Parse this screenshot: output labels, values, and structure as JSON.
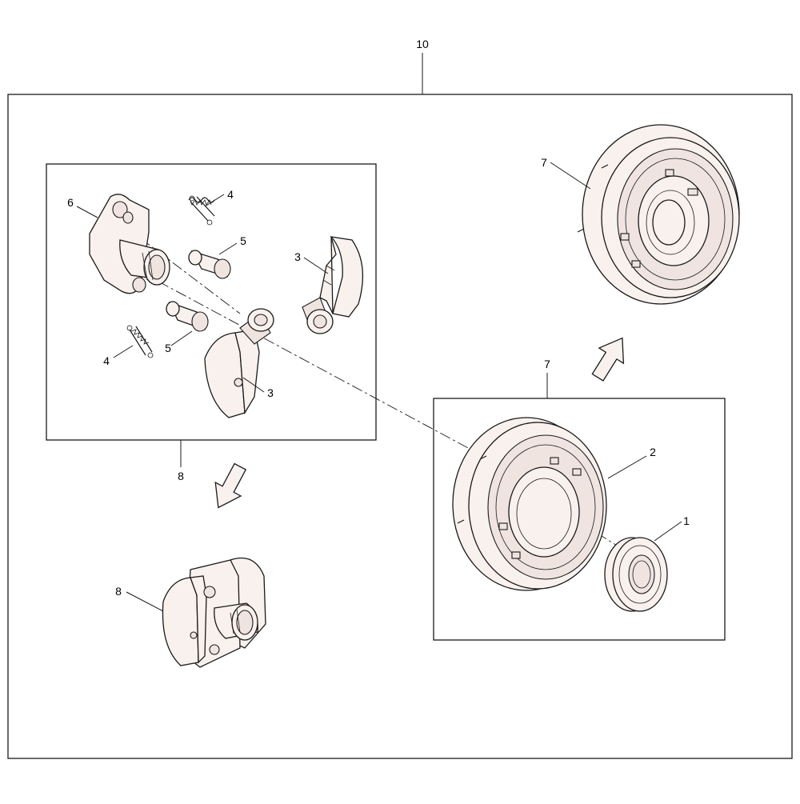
{
  "callouts": {
    "assembly": "10",
    "pulley_top": "7",
    "pulley_sub": "7",
    "pulley_sub_leader": "2",
    "bearing": "1",
    "clutch_assembled": "8",
    "clutch_group": "8",
    "hub_flange": "6",
    "spring_top": "4",
    "spring_bottom": "4",
    "pin_top": "5",
    "pin_bottom": "5",
    "shoe_right": "3",
    "shoe_left": "3"
  }
}
